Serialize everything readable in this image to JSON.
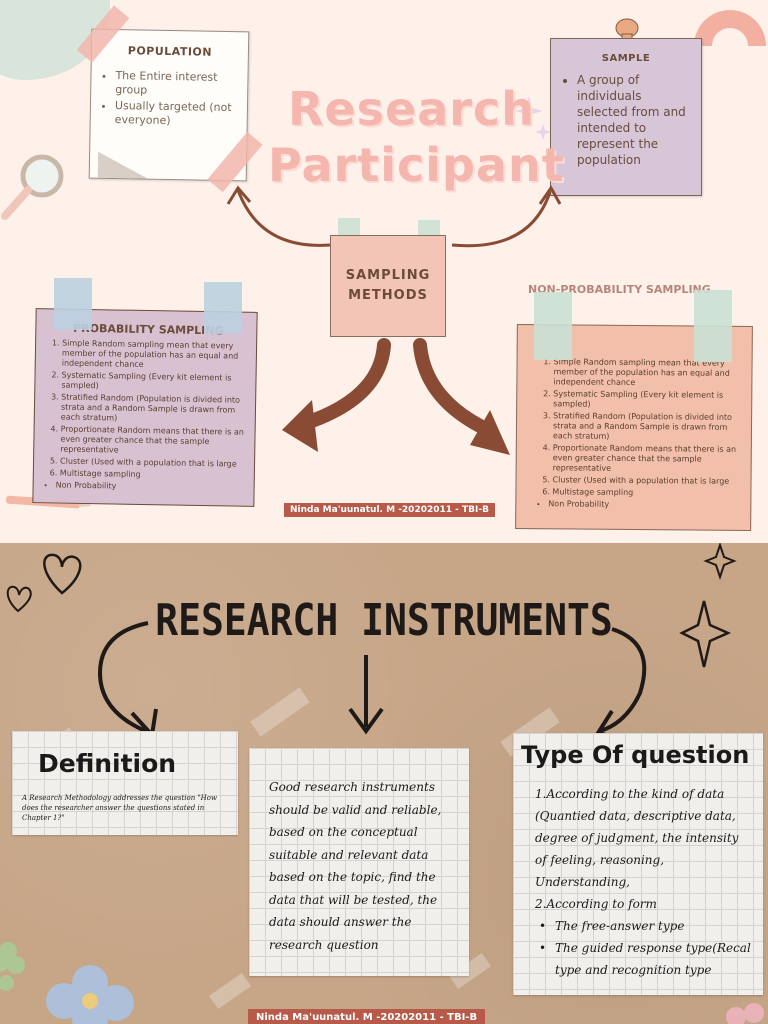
{
  "top": {
    "title_line1": "Research",
    "title_line2": "Participant",
    "population": {
      "heading": "POPULATION",
      "items": [
        "The Entire interest group",
        "Usually targeted (not everyone)"
      ]
    },
    "sample": {
      "heading": "SAMPLE",
      "items": [
        "A group of individuals selected from and intended to represent the population"
      ]
    },
    "sampling_methods": "SAMPLING METHODS",
    "probability": {
      "heading": "PROBABILITY SAMPLING",
      "items": [
        "Simple Random sampling mean that every member of the population has an equal and independent chance",
        "Systematic Sampling (Every kit element is sampled)",
        "Stratified Random (Population is divided into strata and a Random Sample is drawn from each stratum)",
        "Proportionate Random means that there is an even greater chance that the sample representative",
        "Cluster (Used with a population that is large",
        "Multistage sampling"
      ],
      "extra": "Non Probability"
    },
    "non_probability": {
      "heading": "NON-PROBABILITY SAMPLING",
      "items": [
        "Simple Random sampling mean that every member of the population has an equal and independent chance",
        "Systematic Sampling (Every kit element is sampled)",
        "Stratified Random (Population is divided into strata and a Random Sample is drawn from each stratum)",
        "Proportionate Random means that there is an even greater chance that the sample representative",
        "Cluster (Used with a population that is large",
        "Multistage sampling"
      ],
      "extra": "Non Probability"
    },
    "author": "Ninda Ma'uunatul. M -20202011 - TBI-B"
  },
  "bottom": {
    "title": "RESEARCH INSTRUMENTS",
    "definition": {
      "heading": "Definition",
      "text": "A Research Methodology addresses the question \"How does the researcher answer the questions stated in Chapter 1?\""
    },
    "middle_text": "Good research instruments should be valid and reliable, based on the conceptual suitable and relevant data based on the topic, find the data that will be tested, the data should answer the research question",
    "type_of_question": {
      "heading": "Type Of question",
      "line1": "1.According to the kind of data (Quantied data, descriptive data, degree of judgment, the intensity of feeling, reasoning, Understanding,",
      "line2": "2.According to form",
      "bullets": [
        "The free-answer type",
        "The guided response type(Recal type and recognition type"
      ]
    },
    "author": "Ninda Ma'uunatul. M -20202011 - TBI-B"
  },
  "colors": {
    "title_pink": "#f4b6ad",
    "arrow_brown": "#8a4b34",
    "author_badge": "#b85a4a"
  }
}
